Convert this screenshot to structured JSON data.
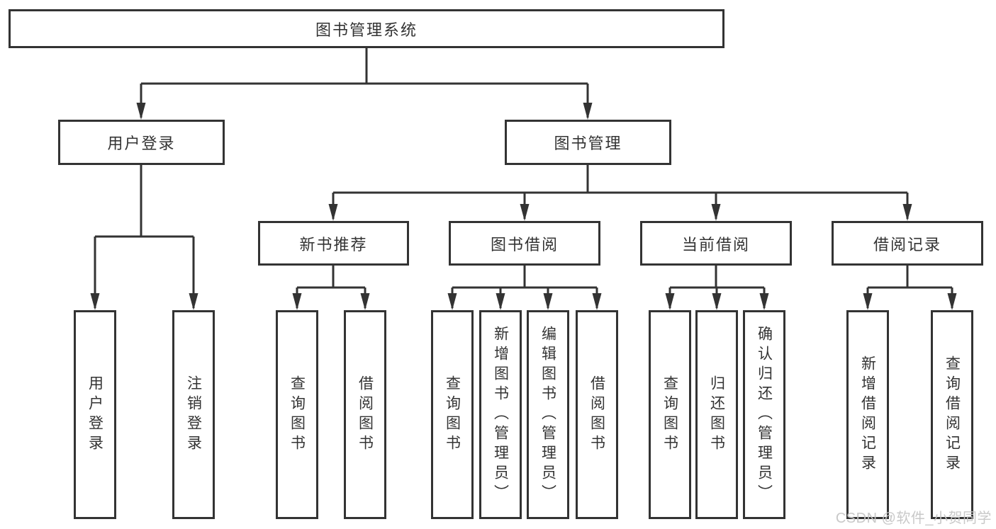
{
  "tree": {
    "label": "图书管理系统",
    "children": [
      {
        "label": "用户登录",
        "children": [
          {
            "label": "用户登录"
          },
          {
            "label": "注销登录"
          }
        ]
      },
      {
        "label": "图书管理",
        "children": [
          {
            "label": "新书推荐",
            "children": [
              {
                "label": "查询图书"
              },
              {
                "label": "借阅图书"
              }
            ]
          },
          {
            "label": "图书借阅",
            "children": [
              {
                "label": "查询图书"
              },
              {
                "label": "新增图书（管理员）"
              },
              {
                "label": "编辑图书（管理员）"
              },
              {
                "label": "借阅图书"
              }
            ]
          },
          {
            "label": "当前借阅",
            "children": [
              {
                "label": "查询图书"
              },
              {
                "label": "归还图书"
              },
              {
                "label": "确认归还（管理员）"
              }
            ]
          },
          {
            "label": "借阅记录",
            "children": [
              {
                "label": "新增借阅记录"
              },
              {
                "label": "查询借阅记录"
              }
            ]
          }
        ]
      }
    ]
  },
  "watermark": "CSDN @软件_小贺同学",
  "colors": {
    "line": "#333333",
    "box_border": "#333333",
    "box_fill": "#ffffff",
    "text": "#333333",
    "watermark": "#c6c6c6",
    "background": "#ffffff"
  }
}
